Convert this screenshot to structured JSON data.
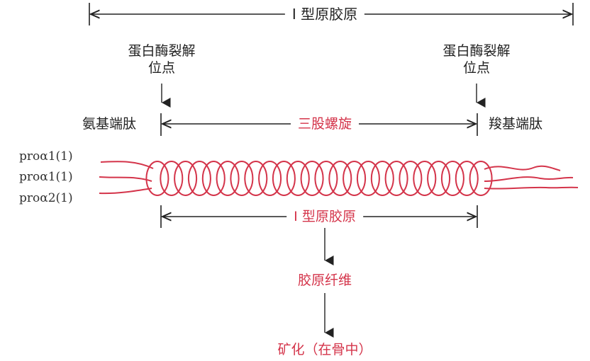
{
  "top_span_label": "I 型原胶原",
  "left_cleavage_label": [
    "蛋白酶裂解",
    "位点"
  ],
  "right_cleavage_label": [
    "蛋白酶裂解",
    "位点"
  ],
  "n_terminal_label": "氨基端肽",
  "triple_helix_label": "三股螺旋",
  "c_terminal_label": "羧基端肽",
  "chain_labels": [
    "proα1(1)",
    "proα1(1)",
    "proα2(1)"
  ],
  "helix_span_label": "I 型原胶原",
  "fiber_label": "胶原纤维",
  "mineral_label": "矿化（在骨中）",
  "colors": {
    "accent": "#d4344a",
    "line": "#222222"
  }
}
